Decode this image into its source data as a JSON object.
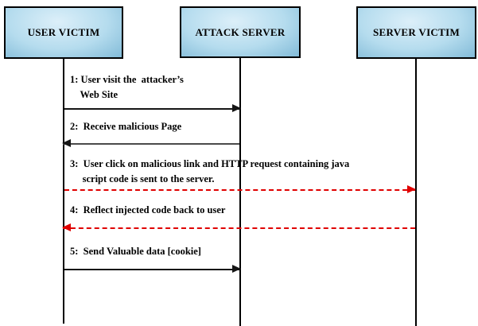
{
  "colors": {
    "arrow-red": "#e00000",
    "arrow-black": "#151515",
    "arrow-gray": "#4a4a4a",
    "actor-border": "#000000",
    "actor-grad-light": "#dceff9",
    "actor-grad-mid": "#b5dcee",
    "actor-grad-dark": "#82bbd8",
    "lifeline": "#000000",
    "label-text": "#000000"
  },
  "diagram": {
    "type": "sequence-diagram",
    "actors": [
      {
        "name": "USER VICTIM"
      },
      {
        "name": "ATTACK SERVER"
      },
      {
        "name": "SERVER VICTIM"
      }
    ],
    "messages": [
      {
        "label": "1: User visit the  attacker’s\n    Web Site",
        "from": "USER VICTIM",
        "to": "ATTACK SERVER",
        "style": "solid-black",
        "direction": "right"
      },
      {
        "label": "2:  Receive malicious Page",
        "from": "ATTACK SERVER",
        "to": "USER VICTIM",
        "style": "solid-black",
        "direction": "left"
      },
      {
        "label": "3:  User click on malicious link and HTTP request containing java\n     script code is sent to the server.",
        "from": "USER VICTIM",
        "to": "SERVER VICTIM",
        "style": "dashed-red",
        "direction": "right"
      },
      {
        "label": "4:  Reflect injected code back to user",
        "from": "SERVER VICTIM",
        "to": "USER VICTIM",
        "style": "dashed-red",
        "direction": "left"
      },
      {
        "label": "5:  Send Valuable data [cookie]",
        "from": "USER VICTIM",
        "to": "ATTACK SERVER",
        "style": "solid-black",
        "direction": "right"
      }
    ]
  }
}
